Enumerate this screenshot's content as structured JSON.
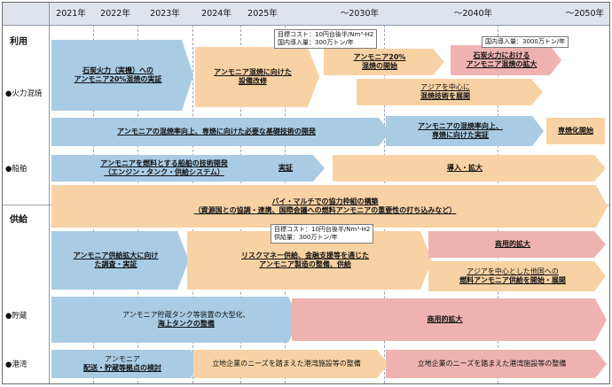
{
  "header": {
    "years": [
      "2021年",
      "2022年",
      "2023年",
      "2024年",
      "2025年",
      "～2030年",
      "～2040年",
      "～2050年"
    ]
  },
  "categories": {
    "usage": "利用",
    "thermal": "●火力混焼",
    "ship": "●船舶",
    "supply": "供給",
    "storage": "●貯蔵",
    "port": "●港湾"
  },
  "notes": {
    "note1_line1": "目標コスト：10円台後半/Nm³-H2",
    "note1_line2": "国内導入量：300万トン/年",
    "note2_line1": "国内導入量：3000万トン/年",
    "note3_line1": "目標コスト：10円台後半/Nm³-H2",
    "note3_line2": "供給量：300万トン/年"
  },
  "shapes": {
    "s1_l1": "石炭火力（実機）への",
    "s1_l2": "アンモニア20%混焼の実証",
    "s2_l1": "アンモニア混焼に向けた",
    "s2_l2": "設備改修",
    "s3_l1": "アンモニア20%",
    "s3_l2": "混焼の開始",
    "s4_l1": "石炭火力における",
    "s4_l2": "アンモニア混焼の拡大",
    "s5_l1": "アジアを中心に",
    "s5_l2": "混焼技術を展開",
    "s6": "アンモニアの混焼率向上、専焼に向けた必要な基礎技術の開発",
    "s7_l1": "アンモニアの混焼率向上、",
    "s7_l2": "専焼に向けた実証",
    "s8": "専焼化開始",
    "s9_l1": "アンモニアを燃料とする船舶の技術開発",
    "s9_l2": "（エンジン・タンク・供給システム）",
    "s9_l3": "実証",
    "s10": "導入・拡大",
    "s11_l1": "バイ・マルチでの協力枠組の構築",
    "s11_l2": "（資源国との協調・連携、国際会議への燃料アンモニアの重要性の打ち込みなど）",
    "s12_l1": "アンモニア供給拡大に向け",
    "s12_l2": "た調査・実証",
    "s13_l1": "リスクマネー供給、金融支援等を通じた",
    "s13_l2": "アンモニア製造の整備、供給",
    "s14": "商用的拡大",
    "s15_l1": "アジアを中心とした他国への",
    "s15_l2": "燃料アンモニア供給を開始・展開",
    "s16_l1": "アンモニア貯蔵タンク等装置の大型化、",
    "s16_l2": "海上タンクの整備",
    "s17": "商用的拡大",
    "s18_l1": "アンモニア",
    "s18_l2": "配送・貯蔵等拠点の検討",
    "s19": "立地企業のニーズを踏まえた港湾施設等の整備",
    "s20": "立地企業のニーズを踏まえた港湾施設等の整備"
  },
  "colors": {
    "blue": "#a9cbe4",
    "orange": "#f8d2a4",
    "red": "#eeb3b0",
    "header": "#dfe3ec"
  }
}
